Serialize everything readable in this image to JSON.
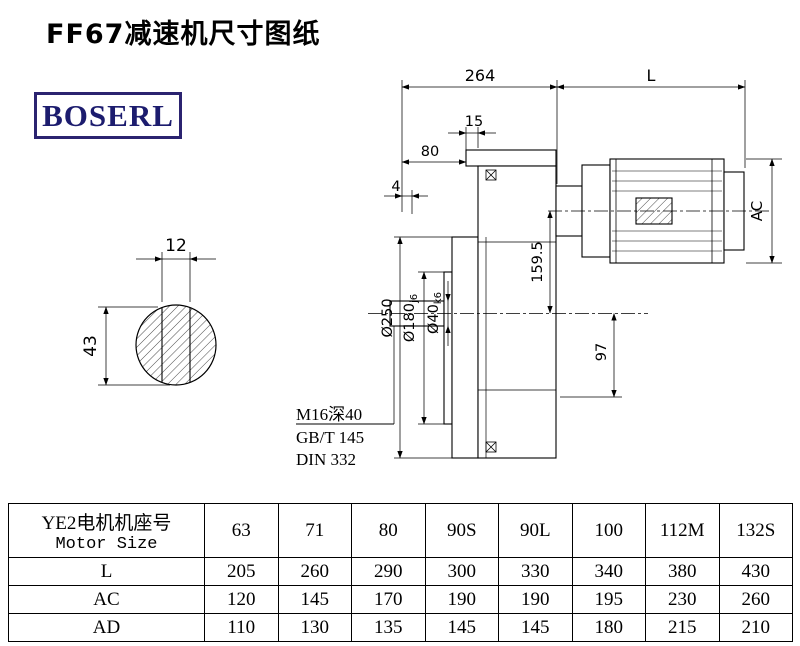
{
  "page": {
    "title": "FF67减速机尺寸图纸",
    "brand": "BOSERL"
  },
  "drawing": {
    "dims": {
      "d264": "264",
      "dL": "L",
      "d15": "15",
      "d80": "80",
      "d4": "4",
      "d12": "12",
      "d43": "43",
      "d159": "159.5",
      "d97": "97",
      "dAC": "AC",
      "dia250": "Ø250",
      "dia180": "Ø180",
      "dia180tol": "j6",
      "dia40": "Ø40",
      "dia40tol": "k6"
    },
    "notes": {
      "thread": "M16深40",
      "std1": "GB/T 145",
      "std2": "DIN 332"
    }
  },
  "table": {
    "header": {
      "line1": "YE2电机机座号",
      "line2": "Motor Size"
    },
    "columns": [
      "63",
      "71",
      "80",
      "90S",
      "90L",
      "100",
      "112M",
      "132S"
    ],
    "rows": [
      {
        "label": "L",
        "values": [
          "205",
          "260",
          "290",
          "300",
          "330",
          "340",
          "380",
          "430"
        ]
      },
      {
        "label": "AC",
        "values": [
          "120",
          "145",
          "170",
          "190",
          "190",
          "195",
          "230",
          "260"
        ]
      },
      {
        "label": "AD",
        "values": [
          "110",
          "130",
          "135",
          "145",
          "145",
          "180",
          "215",
          "210"
        ]
      }
    ]
  }
}
